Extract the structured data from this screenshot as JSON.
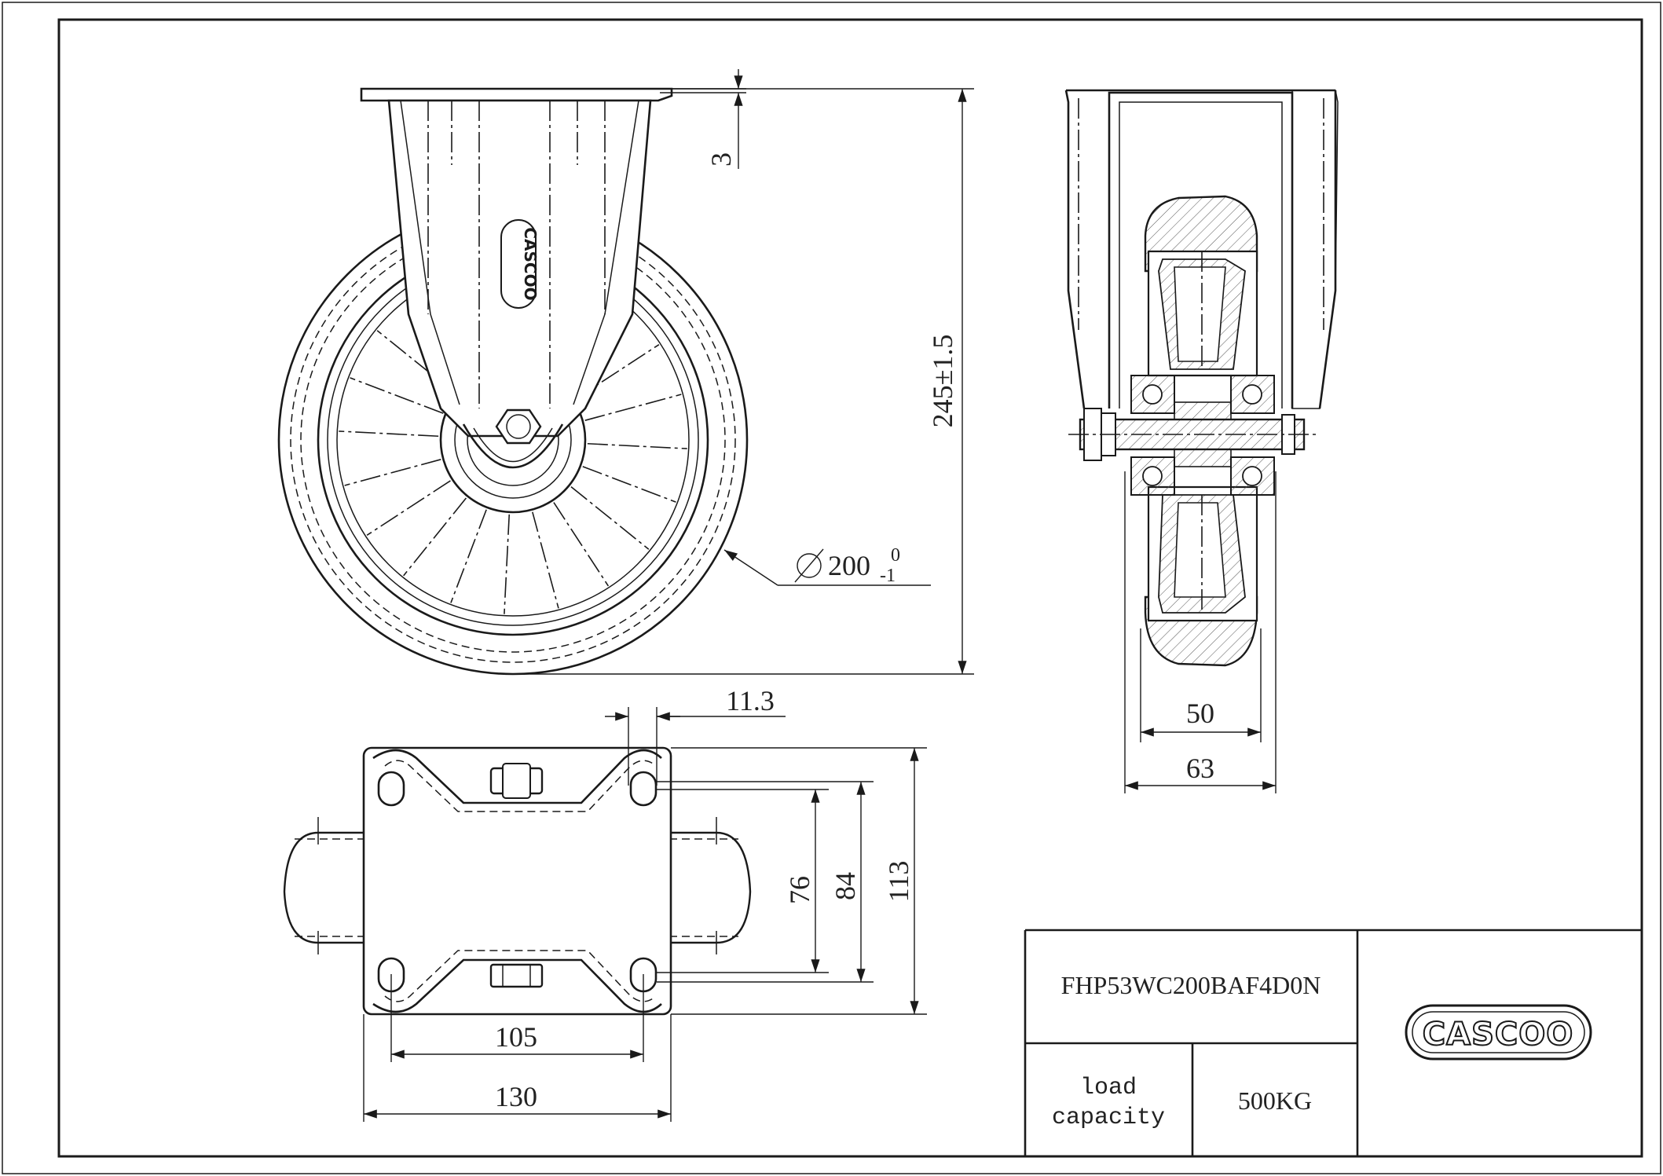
{
  "dimensions": {
    "plate_thickness": "3",
    "height": "245±1.5",
    "wheel_diameter": "200",
    "wheel_diameter_upper_tol": "0",
    "wheel_diameter_lower_tol": "-1",
    "bolt_hole_offset": "11.3",
    "tread_width": "50",
    "overall_width": "63",
    "hole_spacing_short": "76",
    "hole_spacing_long": "84",
    "plate_width": "113",
    "hole_spacing_length": "105",
    "plate_length": "130"
  },
  "title_block": {
    "part_number": "FHP53WC200BAF4D0N",
    "load_label_line1": "load",
    "load_label_line2": "capacity",
    "load_value": "500KG",
    "logo_text": "CASCOO",
    "fork_logo_text": "CASCOO"
  },
  "colors": {
    "ink": "#1a1a1a",
    "background": "#ffffff"
  }
}
